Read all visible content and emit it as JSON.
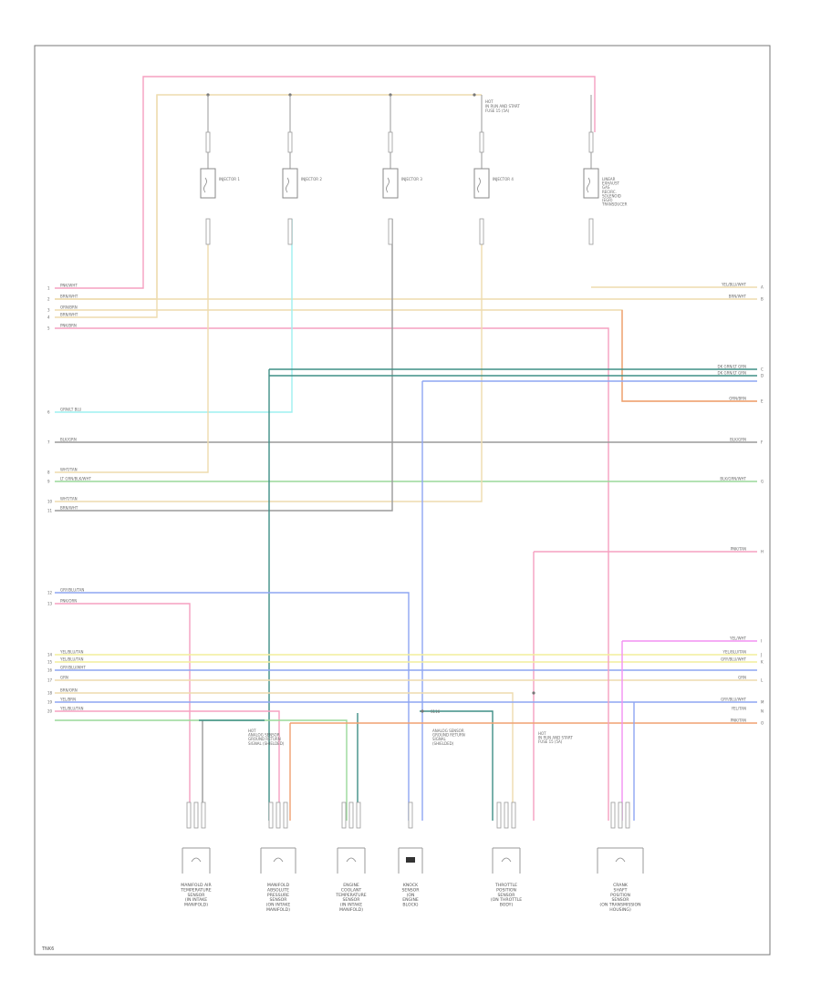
{
  "page_code": "TNK6",
  "bus_annotation": "HOT\nIN RUN AND START\nFUSE 15 (5A)",
  "splice_annotation": "S116",
  "relays": [
    {
      "label": "INJECTOR 1"
    },
    {
      "label": "INJECTOR 2"
    },
    {
      "label": "INJECTOR 3"
    },
    {
      "label": "INJECTOR 4"
    },
    {
      "label": "LINEAR\nEXHAUST\nGAS\nRECIRC.\nSOLENOID\n(EGR)\nTRANSDUCER"
    }
  ],
  "left_wires": [
    {
      "label": "PNK/WHT",
      "pin": "1"
    },
    {
      "label": "BRN/WHT",
      "pin": "2"
    },
    {
      "label": "ORN/BRN",
      "pin": "3"
    },
    {
      "label": "BRN/WHT",
      "pin": "4"
    },
    {
      "label": "PNK/BRN",
      "pin": "5"
    },
    {
      "label": "GRN/LT BLU",
      "pin": "6"
    },
    {
      "label": "BLK/GRN",
      "pin": "7"
    },
    {
      "label": "WHT/TAN",
      "pin": "8"
    },
    {
      "label": "LT GRN/BLK/WHT",
      "pin": "9"
    },
    {
      "label": "WHT/TAN",
      "pin": "10"
    },
    {
      "label": "BRN/WHT",
      "pin": "11"
    },
    {
      "label": "GRY/BLU/TAN",
      "pin": "12"
    },
    {
      "label": "PNK/ORN",
      "pin": "13"
    },
    {
      "label": "YEL/BLU/TAN",
      "pin": "14"
    },
    {
      "label": "YEL/BLU/TAN",
      "pin": "15"
    },
    {
      "label": "GRY/BLU/WHT",
      "pin": "16"
    },
    {
      "label": "GRN",
      "pin": "17"
    },
    {
      "label": "BRN/ORN",
      "pin": "18"
    },
    {
      "label": "YEL/BRN",
      "pin": "19"
    },
    {
      "label": "YEL/BLU/TAN",
      "pin": "20"
    }
  ],
  "right_wires": [
    {
      "label": "YEL/BLU/WHT",
      "pin": "A"
    },
    {
      "label": "BRN/WHT",
      "pin": "B"
    },
    {
      "label": "DK GRN/LT GRN",
      "pin": "C"
    },
    {
      "label": "DK GRN/LT GRN",
      "pin": "D"
    },
    {
      "label": "ORN/BRN",
      "pin": "E"
    },
    {
      "label": "BLK/GRN",
      "pin": "F"
    },
    {
      "label": "BLK/GRN/WHT",
      "pin": "G"
    },
    {
      "label": "PNK/TAN",
      "pin": "H"
    },
    {
      "label": "YEL/WHT",
      "pin": "I"
    },
    {
      "label": "YEL/BLU/TAN",
      "pin": "J"
    },
    {
      "label": "GRY/BLU/WHT",
      "pin": "K"
    },
    {
      "label": "GRN",
      "pin": "L"
    },
    {
      "label": "GRY/BLU/WHT",
      "pin": "M"
    },
    {
      "label": "YEL/TAN",
      "pin": "N"
    },
    {
      "label": "PNK/TAN",
      "pin": "O"
    }
  ],
  "shield_labels": [
    {
      "label": "HOT\nANALOG SENSOR\nGROUND RETURN\nSIGNAL (SHIELDED)"
    },
    {
      "label": "ANALOG SENSOR\nGROUND RETURN\nSIGNAL\n(SHIELDED)"
    },
    {
      "label": "HOT\nIN RUN AND START\nFUSE 15 (5A)"
    }
  ],
  "components": [
    {
      "label": "MANIFOLD AIR\nTEMPERATURE\nSENSOR\n(IN INTAKE\nMANIFOLD)"
    },
    {
      "label": "MANIFOLD\nABSOLUTE\nPRESSURE\nSENSOR\n(ON INTAKE\nMANIFOLD)"
    },
    {
      "label": "ENGINE\nCOOLANT\nTEMPERATURE\nSENSOR\n(IN INTAKE\nMANIFOLD)"
    },
    {
      "label": "KNOCK\nSENSOR\n(ON\nENGINE\nBLOCK)"
    },
    {
      "label": "THROTTLE\nPOSITION\nSENSOR\n(ON THROTTLE\nBODY)"
    },
    {
      "label": "CRANK\nSHAFT\nPOSITION\nSENSOR\n(ON TRANSMISSION\nHOUSING)"
    }
  ],
  "colors": {
    "pink": "#f6a0c0",
    "tan": "#eedcae",
    "orange": "#f0a070",
    "cyan": "#9ef0f0",
    "gray": "#9a9a9a",
    "green": "#9ad89a",
    "teal": "#3f8f86",
    "blue": "#8ea6f2",
    "yellow": "#f2ed9c",
    "magenta": "#f290f2",
    "frame": "#7a7a7a"
  }
}
